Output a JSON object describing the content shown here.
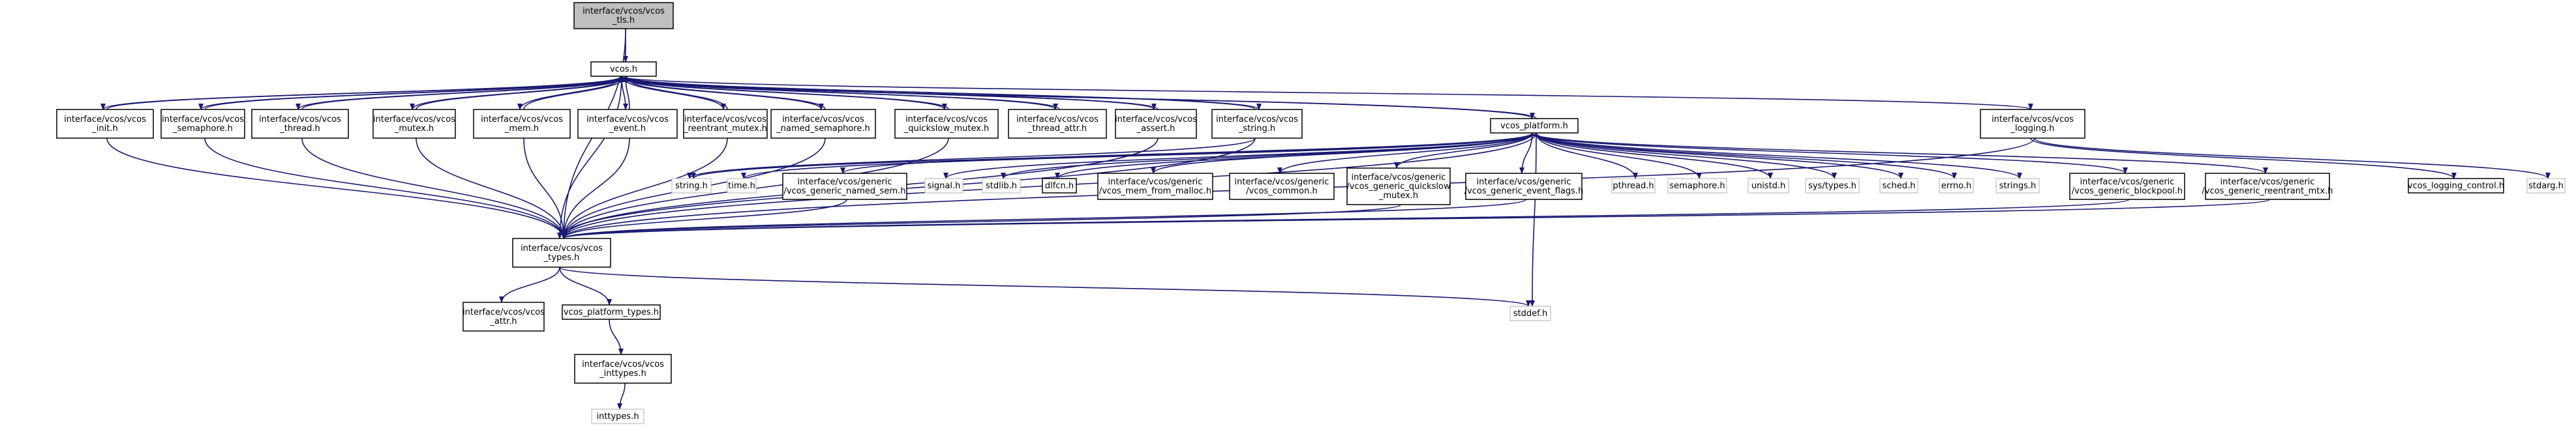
{
  "graph": {
    "nodes": [
      {
        "id": "tls",
        "lines": [
          "interface/vcos/vcos",
          "_tls.h"
        ],
        "style": "root"
      },
      {
        "id": "vcos",
        "lines": [
          "vcos.h"
        ],
        "style": "normal"
      },
      {
        "id": "init",
        "lines": [
          "interface/vcos/vcos",
          "_init.h"
        ],
        "style": "normal"
      },
      {
        "id": "sema",
        "lines": [
          "interface/vcos/vcos",
          "_semaphore.h"
        ],
        "style": "normal"
      },
      {
        "id": "thread",
        "lines": [
          "interface/vcos/vcos",
          "_thread.h"
        ],
        "style": "normal"
      },
      {
        "id": "mutex",
        "lines": [
          "interface/vcos/vcos",
          "_mutex.h"
        ],
        "style": "normal"
      },
      {
        "id": "mem",
        "lines": [
          "interface/vcos/vcos",
          "_mem.h"
        ],
        "style": "normal"
      },
      {
        "id": "event",
        "lines": [
          "interface/vcos/vcos",
          "_event.h"
        ],
        "style": "normal"
      },
      {
        "id": "reent",
        "lines": [
          "interface/vcos/vcos",
          "_reentrant_mutex.h"
        ],
        "style": "normal"
      },
      {
        "id": "named",
        "lines": [
          "interface/vcos/vcos",
          "_named_semaphore.h"
        ],
        "style": "normal"
      },
      {
        "id": "quick",
        "lines": [
          "interface/vcos/vcos",
          "_quickslow_mutex.h"
        ],
        "style": "normal"
      },
      {
        "id": "tattr",
        "lines": [
          "interface/vcos/vcos",
          "_thread_attr.h"
        ],
        "style": "normal"
      },
      {
        "id": "assert",
        "lines": [
          "interface/vcos/vcos",
          "_assert.h"
        ],
        "style": "normal"
      },
      {
        "id": "vstring",
        "lines": [
          "interface/vcos/vcos",
          "_string.h"
        ],
        "style": "normal"
      },
      {
        "id": "platform",
        "lines": [
          "vcos_platform.h"
        ],
        "style": "normal"
      },
      {
        "id": "logging",
        "lines": [
          "interface/vcos/vcos",
          "_logging.h"
        ],
        "style": "normal"
      },
      {
        "id": "string",
        "lines": [
          "string.h"
        ],
        "style": "sys"
      },
      {
        "id": "time",
        "lines": [
          "time.h"
        ],
        "style": "sys"
      },
      {
        "id": "gnamed",
        "lines": [
          "interface/vcos/generic",
          "/vcos_generic_named_sem.h"
        ],
        "style": "normal"
      },
      {
        "id": "signal",
        "lines": [
          "signal.h"
        ],
        "style": "sys"
      },
      {
        "id": "stdlib",
        "lines": [
          "stdlib.h"
        ],
        "style": "sys"
      },
      {
        "id": "dlfcn",
        "lines": [
          "dlfcn.h"
        ],
        "style": "normal"
      },
      {
        "id": "gmalloc",
        "lines": [
          "interface/vcos/generic",
          "/vcos_mem_from_malloc.h"
        ],
        "style": "normal"
      },
      {
        "id": "gcommon",
        "lines": [
          "interface/vcos/generic",
          "/vcos_common.h"
        ],
        "style": "normal"
      },
      {
        "id": "gquick",
        "lines": [
          "interface/vcos/generic",
          "/vcos_generic_quickslow",
          "_mutex.h"
        ],
        "style": "normal"
      },
      {
        "id": "gevent",
        "lines": [
          "interface/vcos/generic",
          "/vcos_generic_event_flags.h"
        ],
        "style": "normal"
      },
      {
        "id": "pthread",
        "lines": [
          "pthread.h"
        ],
        "style": "sys"
      },
      {
        "id": "semaphore",
        "lines": [
          "semaphore.h"
        ],
        "style": "sys"
      },
      {
        "id": "unistd",
        "lines": [
          "unistd.h"
        ],
        "style": "sys"
      },
      {
        "id": "systypes",
        "lines": [
          "sys/types.h"
        ],
        "style": "sys"
      },
      {
        "id": "sched",
        "lines": [
          "sched.h"
        ],
        "style": "sys"
      },
      {
        "id": "errno",
        "lines": [
          "errno.h"
        ],
        "style": "sys"
      },
      {
        "id": "strings",
        "lines": [
          "strings.h"
        ],
        "style": "sys"
      },
      {
        "id": "gblock",
        "lines": [
          "interface/vcos/generic",
          "/vcos_generic_blockpool.h"
        ],
        "style": "normal"
      },
      {
        "id": "greent",
        "lines": [
          "interface/vcos/generic",
          "/vcos_generic_reentrant_mtx.h"
        ],
        "style": "normal"
      },
      {
        "id": "logctl",
        "lines": [
          "vcos_logging_control.h"
        ],
        "style": "normal"
      },
      {
        "id": "stdarg",
        "lines": [
          "stdarg.h"
        ],
        "style": "sys"
      },
      {
        "id": "types",
        "lines": [
          "interface/vcos/vcos",
          "_types.h"
        ],
        "style": "normal"
      },
      {
        "id": "attr",
        "lines": [
          "interface/vcos/vcos",
          "_attr.h"
        ],
        "style": "normal"
      },
      {
        "id": "ptypes",
        "lines": [
          "vcos_platform_types.h"
        ],
        "style": "normal"
      },
      {
        "id": "stddef",
        "lines": [
          "stddef.h"
        ],
        "style": "sys"
      },
      {
        "id": "inttypes",
        "lines": [
          "interface/vcos/vcos",
          "_inttypes.h"
        ],
        "style": "normal"
      },
      {
        "id": "inttypesh",
        "lines": [
          "inttypes.h"
        ],
        "style": "sys"
      }
    ],
    "edges": [
      [
        "tls",
        "vcos"
      ],
      [
        "tls",
        "types"
      ],
      [
        "vcos",
        "init"
      ],
      [
        "vcos",
        "sema"
      ],
      [
        "vcos",
        "thread"
      ],
      [
        "vcos",
        "mutex"
      ],
      [
        "vcos",
        "mem"
      ],
      [
        "vcos",
        "event"
      ],
      [
        "vcos",
        "reent"
      ],
      [
        "vcos",
        "named"
      ],
      [
        "vcos",
        "quick"
      ],
      [
        "vcos",
        "tattr"
      ],
      [
        "vcos",
        "assert"
      ],
      [
        "vcos",
        "vstring"
      ],
      [
        "vcos",
        "platform"
      ],
      [
        "vcos",
        "logging"
      ],
      [
        "vcos",
        "types"
      ],
      [
        "init",
        "vcos"
      ],
      [
        "init",
        "types"
      ],
      [
        "sema",
        "vcos"
      ],
      [
        "sema",
        "types"
      ],
      [
        "thread",
        "vcos"
      ],
      [
        "thread",
        "types"
      ],
      [
        "mutex",
        "vcos"
      ],
      [
        "mutex",
        "types"
      ],
      [
        "mem",
        "vcos"
      ],
      [
        "mem",
        "types"
      ],
      [
        "event",
        "vcos"
      ],
      [
        "event",
        "types"
      ],
      [
        "reent",
        "vcos"
      ],
      [
        "reent",
        "types"
      ],
      [
        "named",
        "vcos"
      ],
      [
        "named",
        "types"
      ],
      [
        "quick",
        "vcos"
      ],
      [
        "quick",
        "types"
      ],
      [
        "tattr",
        "vcos"
      ],
      [
        "assert",
        "vcos"
      ],
      [
        "assert",
        "types"
      ],
      [
        "vstring",
        "vcos"
      ],
      [
        "vstring",
        "types"
      ],
      [
        "vstring",
        "string"
      ],
      [
        "platform",
        "vcos"
      ],
      [
        "platform",
        "string"
      ],
      [
        "platform",
        "time"
      ],
      [
        "platform",
        "gnamed"
      ],
      [
        "platform",
        "signal"
      ],
      [
        "platform",
        "stdlib"
      ],
      [
        "platform",
        "dlfcn"
      ],
      [
        "platform",
        "gmalloc"
      ],
      [
        "platform",
        "gcommon"
      ],
      [
        "platform",
        "gquick"
      ],
      [
        "platform",
        "gevent"
      ],
      [
        "platform",
        "pthread"
      ],
      [
        "platform",
        "semaphore"
      ],
      [
        "platform",
        "unistd"
      ],
      [
        "platform",
        "systypes"
      ],
      [
        "platform",
        "sched"
      ],
      [
        "platform",
        "errno"
      ],
      [
        "platform",
        "strings"
      ],
      [
        "platform",
        "gblock"
      ],
      [
        "platform",
        "greent"
      ],
      [
        "platform",
        "stddef"
      ],
      [
        "platform",
        "types"
      ],
      [
        "gnamed",
        "types"
      ],
      [
        "gquick",
        "types"
      ],
      [
        "gevent",
        "types"
      ],
      [
        "gblock",
        "types"
      ],
      [
        "greent",
        "types"
      ],
      [
        "logging",
        "logctl"
      ],
      [
        "logging",
        "stdarg"
      ],
      [
        "logging",
        "types"
      ],
      [
        "types",
        "attr"
      ],
      [
        "types",
        "ptypes"
      ],
      [
        "types",
        "stddef"
      ],
      [
        "ptypes",
        "inttypes"
      ],
      [
        "inttypes",
        "inttypesh"
      ]
    ]
  }
}
